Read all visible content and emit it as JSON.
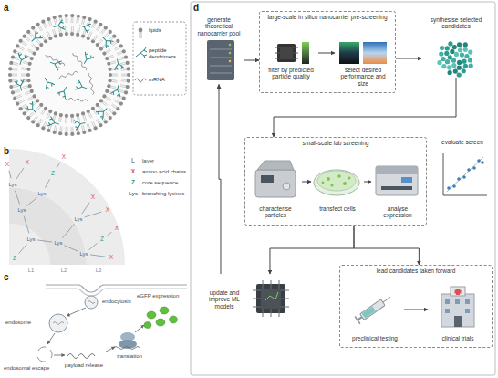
{
  "diagram": {
    "nodes": [
      {
        "text": [
          "generate theoretical nanocarrier pool"
        ]
      },
      {
        "text": [
          "large-scale in silico nanocarrier pre-screening"
        ]
      },
      {
        "text": [
          "filter by predicted particle quality"
        ],
        "in": 1
      },
      {
        "text": [
          "select desired performance and size"
        ],
        "in": 1
      },
      {
        "text": [
          "synthesise selected candidates"
        ]
      },
      {
        "text": [
          "small-scale lab screening"
        ]
      },
      {
        "text": [
          "characterise particles"
        ],
        "in": 5
      },
      {
        "text": [
          "transfect cells"
        ],
        "in": 5
      },
      {
        "text": [
          "analyse expression"
        ],
        "in": 5
      },
      {
        "text": [
          "evaluate screen"
        ]
      },
      {
        "text": [
          "update and improve ML models"
        ]
      },
      {
        "text": [
          "lead candidates taken forward"
        ]
      },
      {
        "text": [
          "preclinical testing"
        ],
        "in": 11
      },
      {
        "text": [
          "clinical trials"
        ],
        "in": 11
      }
    ],
    "edges": [
      {
        "from": 0,
        "to": 1,
        "arrow": "to"
      },
      {
        "from": 2,
        "to": 3,
        "arrow": "to"
      },
      {
        "from": 1,
        "to": 4,
        "arrow": "to"
      },
      {
        "from": 4,
        "to": 5,
        "arrow": "to"
      },
      {
        "from": 6,
        "to": 7,
        "arrow": "to"
      },
      {
        "from": 7,
        "to": 8,
        "arrow": "to"
      },
      {
        "from": 5,
        "to": 10,
        "arrow": "to"
      },
      {
        "from": 5,
        "to": 11,
        "arrow": "to"
      },
      {
        "from": 10,
        "to": 0,
        "arrow": "to"
      },
      {
        "from": 12,
        "to": 13,
        "arrow": "to"
      }
    ],
    "labels": [
      "a",
      "b",
      "c",
      "d",
      "L",
      "layer",
      "X",
      "amino acid chains",
      "Z",
      "core sequence",
      "Lys",
      "branching lysines",
      "L1",
      "L2",
      "L3",
      "Z",
      "Lys",
      "Lys",
      "Lys",
      "Lys",
      "Lys",
      "Lys",
      "Lys",
      "X",
      "X",
      "Z",
      "X",
      "X",
      "X",
      "Z",
      "X",
      "X",
      "endocytosis",
      "endosome",
      "endosomal escape",
      "payload release",
      "translation",
      "eGFP expression"
    ],
    "legend": [
      {
        "text": "lipids"
      },
      {
        "text": "peptide dendrimers"
      },
      {
        "text": "mRNA"
      }
    ]
  }
}
